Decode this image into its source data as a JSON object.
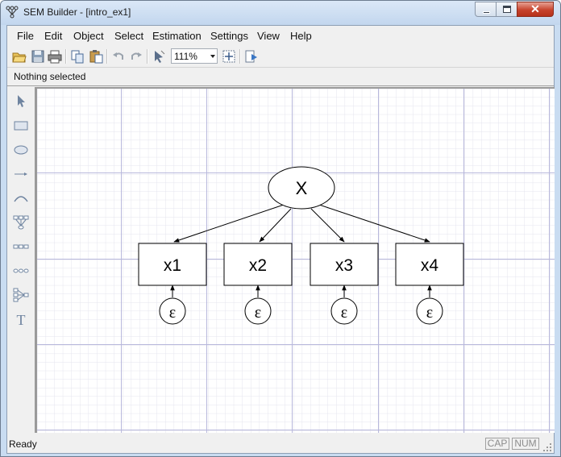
{
  "window": {
    "title": "SEM Builder - [intro_ex1]"
  },
  "menu": [
    "File",
    "Edit",
    "Object",
    "Select",
    "Estimation",
    "Settings",
    "View",
    "Help"
  ],
  "toolbar": {
    "zoom": "111%",
    "buttons": [
      "open-icon",
      "save-icon",
      "print-icon",
      "copy-icon",
      "paste-icon",
      "undo-icon",
      "redo-icon",
      "select-tool-icon",
      "fit-icon",
      "estimate-icon"
    ]
  },
  "infobar": {
    "text": "Nothing selected"
  },
  "palette": [
    "select-arrow-icon",
    "observed-variable-icon",
    "latent-variable-icon",
    "path-icon",
    "covariance-icon",
    "measurement-component-icon",
    "observed-set-icon",
    "latent-set-icon",
    "regression-component-icon",
    "text-tool-icon"
  ],
  "diagram": {
    "latent": {
      "label": "X"
    },
    "observed": [
      "x1",
      "x2",
      "x3",
      "x4"
    ],
    "error_label": "ε"
  },
  "status": {
    "text": "Ready",
    "cap": "CAP",
    "num": "NUM"
  },
  "colors": {
    "title_bg": "#c9dcf1",
    "grid_minor": "#e6e6ee",
    "grid_major": "#b7b7dc",
    "close_red": "#c7432c"
  }
}
